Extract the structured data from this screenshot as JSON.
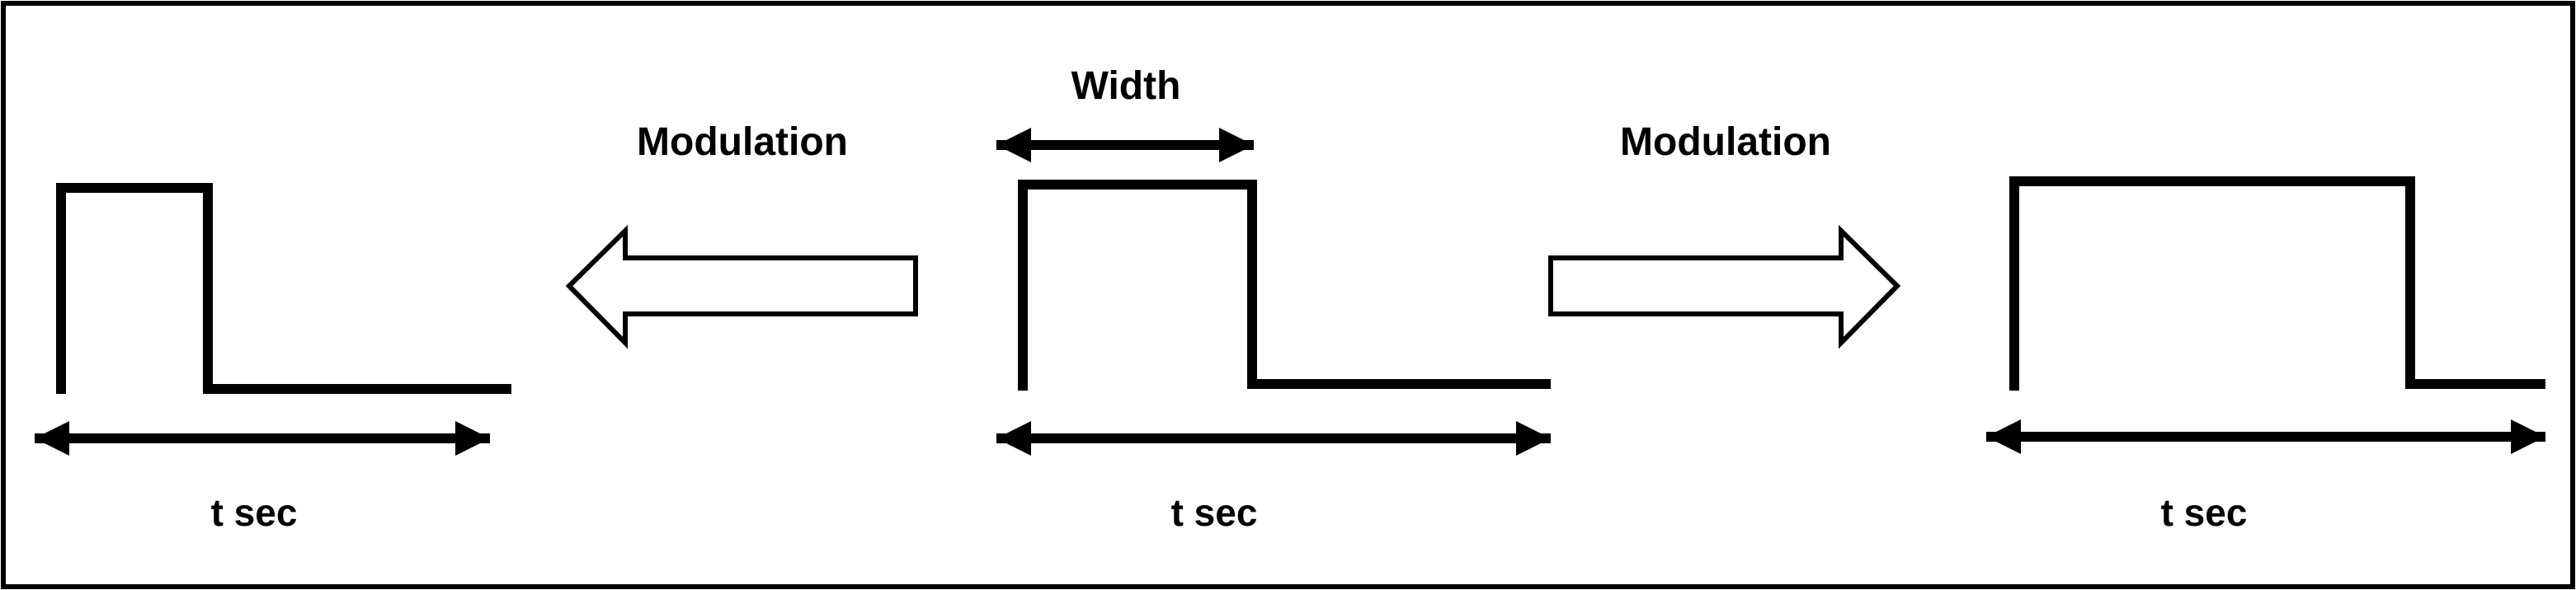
{
  "labels": {
    "width": "Width",
    "modulation_left": "Modulation",
    "modulation_right": "Modulation",
    "period_left": "t sec",
    "period_center": "t sec",
    "period_right": "t sec"
  },
  "pulses": [
    {
      "name": "narrow-pulse",
      "duty": 0.33
    },
    {
      "name": "original-pulse",
      "duty": 0.43
    },
    {
      "name": "wide-pulse",
      "duty": 0.77
    }
  ],
  "colors": {
    "stroke": "#000000",
    "background": "#ffffff"
  }
}
